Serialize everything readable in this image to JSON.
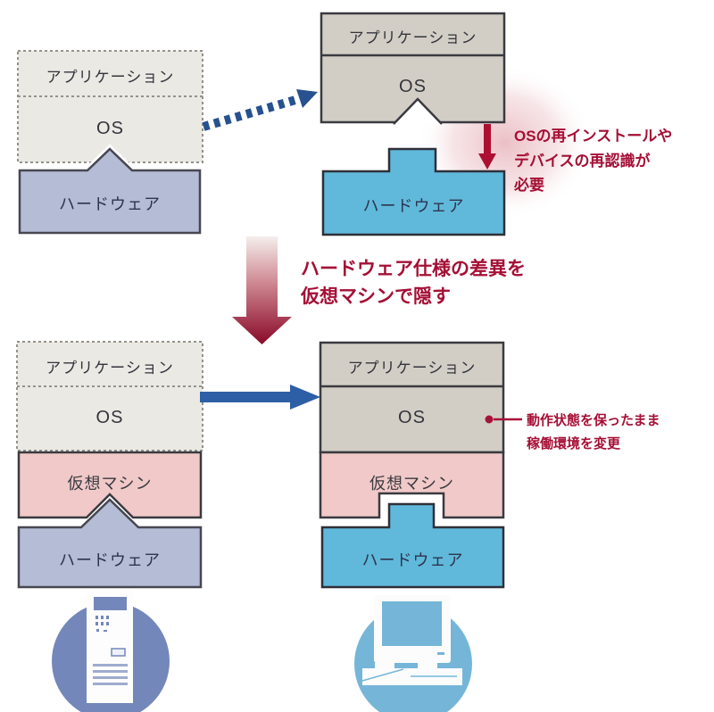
{
  "stacks": {
    "top_left": {
      "app": "アプリケーション",
      "os": "OS",
      "hw": "ハードウェア"
    },
    "top_right": {
      "app": "アプリケーション",
      "os": "OS",
      "hw": "ハードウェア"
    },
    "bottom_left": {
      "app": "アプリケーション",
      "os": "OS",
      "vm": "仮想マシン",
      "hw": "ハードウェア"
    },
    "bottom_right": {
      "app": "アプリケーション",
      "os": "OS",
      "vm": "仮想マシン",
      "hw": "ハードウェア"
    }
  },
  "annotations": {
    "reinstall": {
      "line1": "OSの再インストールや",
      "line2": "デバイスの再認識が",
      "line3": "必要"
    },
    "transition": {
      "line1": "ハードウェア仕様の差異を",
      "line2": "仮想マシンで隠す"
    },
    "keep_state": {
      "line1": "動作状態を保ったまま",
      "line2": "稼働環境を変更"
    }
  },
  "icons": {
    "left": "server-tower-icon",
    "right": "desktop-computer-icon"
  },
  "colors": {
    "dashed_block_fill": "#eae9e4",
    "dashed_border": "#93928b",
    "solid_block_fill": "#d2cec6",
    "solid_border": "#3a3a40",
    "hardware_lavender": "#b5bcd6",
    "hardware_blue": "#60b9da",
    "vm_pink": "#f0c9c8",
    "crimson_accent": "#a50f35",
    "arrow_red": "#ad0f31",
    "arrow_blue": "#2d5fa6",
    "circle_slate_blue": "#7487ba",
    "circle_sky_blue": "#75b6d8"
  }
}
